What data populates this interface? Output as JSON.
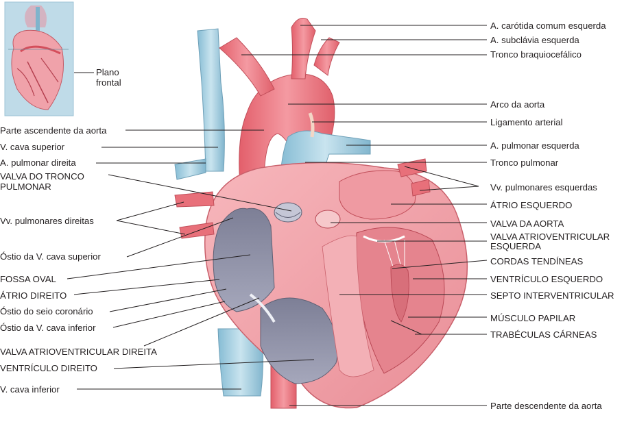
{
  "inset": {
    "caption": "Plano\nfrontal"
  },
  "labels_left": {
    "ascending_aorta": "Parte ascendente da aorta",
    "svc": "V. cava superior",
    "right_pulm_artery": "A. pulmonar direita",
    "pulm_valve": "VALVA DO TRONCO PULMONAR",
    "right_pulm_veins": "Vv. pulmonares direitas",
    "svc_ostium": "Óstio da V. cava superior",
    "fossa_ovalis": "FOSSA OVAL",
    "right_atrium": "ÁTRIO DIREITO",
    "coronary_sinus_ostium": "Óstio do seio coronário",
    "ivc_ostium": "Óstio da V. cava inferior",
    "tricuspid_valve": "VALVA ATRIOVENTRICULAR DIREITA",
    "right_ventricle": "VENTRÍCULO DIREITO",
    "ivc": "V. cava inferior"
  },
  "labels_right": {
    "left_common_carotid": "A. carótida comum esquerda",
    "left_subclavian": "A. subclávia esquerda",
    "brachiocephalic": "Tronco braquiocefálico",
    "aortic_arch": "Arco da aorta",
    "ligamentum": "Ligamento arterial",
    "left_pulm_artery": "A. pulmonar esquerda",
    "pulm_trunk": "Tronco pulmonar",
    "left_pulm_veins": "Vv. pulmonares esquerdas",
    "left_atrium": "ÁTRIO ESQUERDO",
    "aortic_valve": "VALVA DA AORTA",
    "mitral_valve": "VALVA ATRIOVENTRICULAR ESQUERDA",
    "chordae": "CORDAS TENDÍNEAS",
    "left_ventricle": "VENTRÍCULO ESQUERDO",
    "septum": "SEPTO INTERVENTRICULAR",
    "papillary": "MÚSCULO PAPILAR",
    "trabeculae": "TRABÉCULAS CÁRNEAS",
    "descending_aorta": "Parte descendente da aorta"
  },
  "colors": {
    "artery": "#e8707a",
    "artery_light": "#f4a5ab",
    "vein": "#a7cfe0",
    "vein_dark": "#7fb4cc",
    "chamber_interior": "#8a8ca3",
    "myocardium": "#f2a6ad",
    "inset_bg": "#bfdbe8",
    "leader": "#231f20"
  }
}
